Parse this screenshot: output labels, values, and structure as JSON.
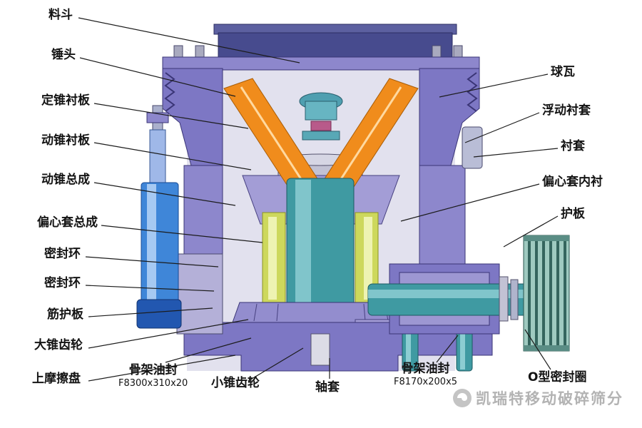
{
  "labels": {
    "hopper": {
      "text": "料斗"
    },
    "hammer_head": {
      "text": "锤头"
    },
    "fixed_cone_liner": {
      "text": "定锥衬板"
    },
    "moving_cone_liner": {
      "text": "动锥衬板"
    },
    "moving_cone_assembly": {
      "text": "动锥总成"
    },
    "eccentric_sleeve_assembly": {
      "text": "偏心套总成"
    },
    "seal_ring_1": {
      "text": "密封环"
    },
    "seal_ring_2": {
      "text": "密封环"
    },
    "rib_guard": {
      "text": "筋护板"
    },
    "large_bevel_gear": {
      "text": "大锥齿轮"
    },
    "upper_friction_disc": {
      "text": "上摩擦盘"
    },
    "skeleton_oil_seal_1": {
      "text": "骨架油封",
      "sub": "F8300x310x20"
    },
    "small_bevel_gear": {
      "text": "小锥齿轮"
    },
    "shaft_sleeve": {
      "text": "轴套"
    },
    "skeleton_oil_seal_2": {
      "text": "骨架油封",
      "sub": "F8170x200x5"
    },
    "o_ring": {
      "text": "O型密封圈"
    },
    "ball_socket": {
      "text": "球瓦"
    },
    "floating_bushing": {
      "text": "浮动衬套"
    },
    "bushing": {
      "text": "衬套"
    },
    "eccentric_inner_liner": {
      "text": "偏心套内衬"
    },
    "guard_plate": {
      "text": "护板"
    }
  },
  "watermark": {
    "text": "凯瑞特移动破碎筛分"
  },
  "colors": {
    "liner_orange": "#f08c1c",
    "frame_purple": "#7d77c4",
    "shaft_teal": "#3f9aa2",
    "cylinder_blue": "#3f86d8",
    "eccentric_yellow": "#cdd85c",
    "watermark_gray": "#b3b3b3"
  }
}
